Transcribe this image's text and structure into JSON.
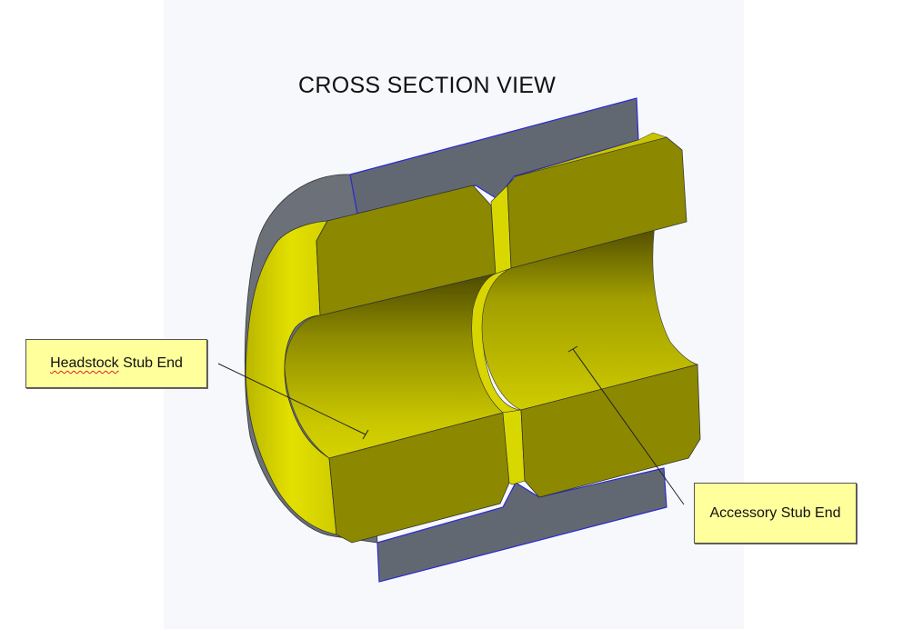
{
  "title": "CROSS SECTION VIEW",
  "callouts": {
    "headstock": {
      "word1": "Headstock",
      "rest": " Stub End"
    },
    "accessory": {
      "label": "Accessory Stub End"
    }
  },
  "colors": {
    "sleeve": "#646a73",
    "face_olive": "#8c8900",
    "bright_yellow": "#d8d800",
    "edge_blue": "#2a2ad0",
    "callout_fill": "#ffff9c"
  }
}
